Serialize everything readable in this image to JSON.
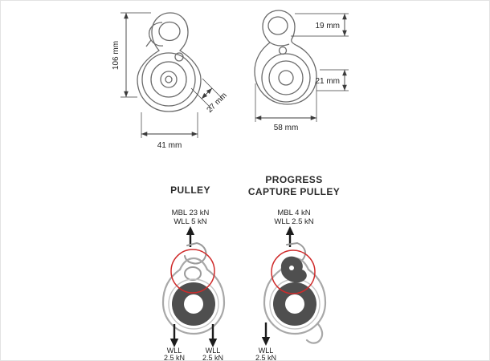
{
  "views": {
    "front": {
      "height": "106 mm",
      "width": "41 mm",
      "depth": "27 mm"
    },
    "side": {
      "hole_height": "19 mm",
      "lower_height": "21 mm",
      "width": "58 mm"
    }
  },
  "pulley": {
    "title": "PULLEY",
    "mbl": "MBL 23 kN",
    "wll": "WLL 5 kN",
    "left_load": {
      "line1": "WLL",
      "line2": "2.5 kN"
    },
    "right_load": {
      "line1": "WLL",
      "line2": "2.5 kN"
    }
  },
  "progress_capture": {
    "title_line1": "PROGRESS",
    "title_line2": "CAPTURE PULLEY",
    "mbl": "MBL 4 kN",
    "wll": "WLL 2.5 kN",
    "load": {
      "line1": "WLL",
      "line2": "2.5 kN"
    }
  },
  "colors": {
    "outline_gray": "#6b6b6b",
    "light_outline_gray": "#a8a8a8",
    "dark_fill": "#4f4f4f",
    "accent_red": "#cf2b2b",
    "text": "#222222"
  }
}
